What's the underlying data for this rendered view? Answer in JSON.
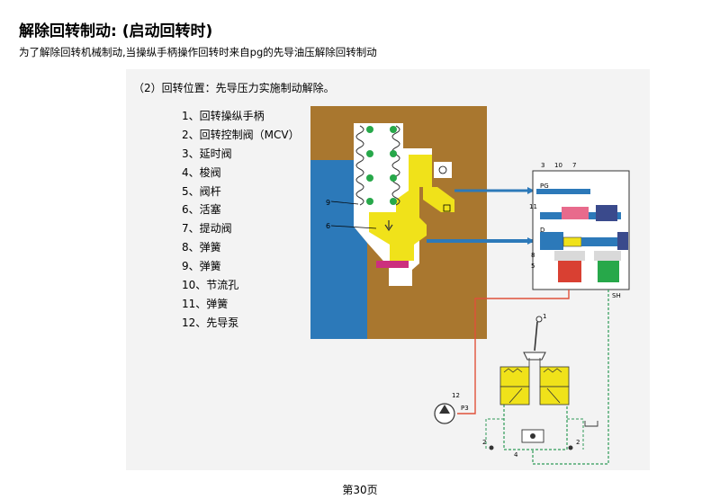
{
  "title": "解除回转制动: (启动回转时)",
  "subtitle": "为了解除回转机械制动,当操纵手柄操作回转时来自pg的先导油压解除回转制动",
  "caption": "（2）回转位置：先导压力实施制动解除。",
  "legend": [
    "1、回转操纵手柄",
    "2、回转控制阀（MCV）",
    "3、延时阀",
    "4、梭阀",
    "5、阀杆",
    "6、活塞",
    "7、提动阀",
    "8、弹簧",
    "9、弹簧",
    "10、节流孔",
    "11、弹簧",
    "12、先导泵"
  ],
  "callouts": {
    "section_9": "9",
    "section_6": "6",
    "valve_3": "3",
    "valve_10": "10",
    "valve_7": "7",
    "valve_11": "11",
    "valve_8": "8",
    "valve_5": "5",
    "port_pg": "PG",
    "port_d": "D",
    "port_sh": "SH",
    "lever_1": "1",
    "pump_12": "12",
    "pump_p3": "P3",
    "mcv_left_2": "2",
    "shuttle_4": "4",
    "mcv_right_2": "2"
  },
  "colors": {
    "housing": "#a9772f",
    "piston": "#f0e21a",
    "oil_blue": "#2c79b9",
    "spring_green": "#27a84a",
    "red_line": "#e0513a",
    "green_dash": "#2f9a57",
    "seal": "#cc2f7e"
  },
  "footer": "第30页"
}
